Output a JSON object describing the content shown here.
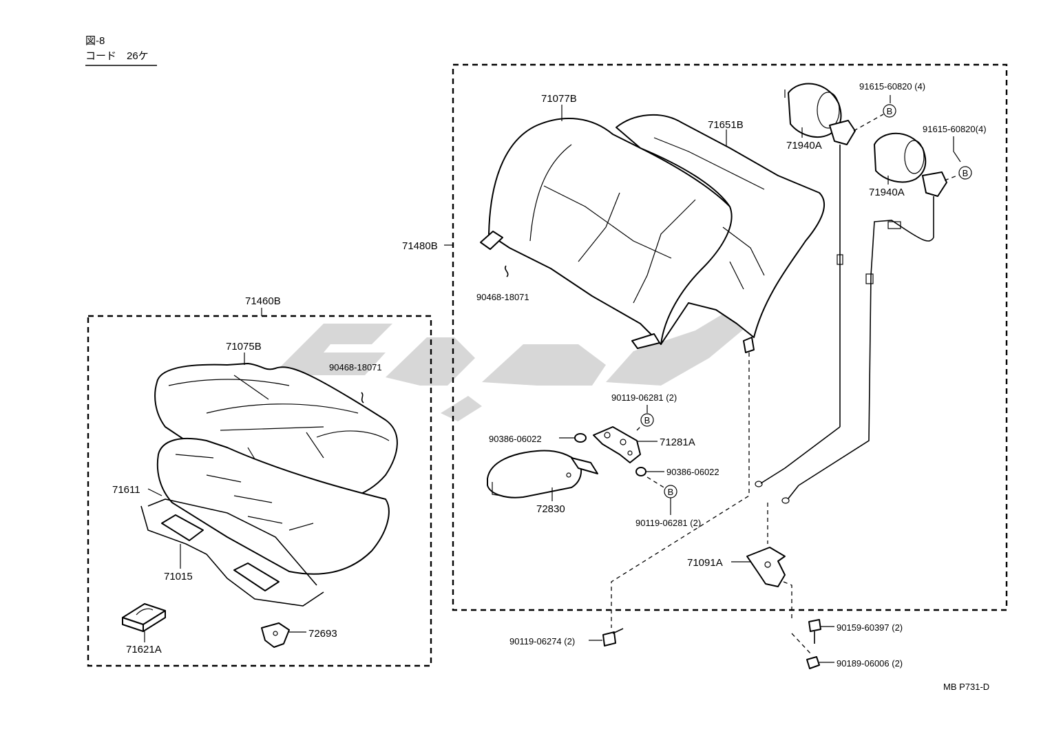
{
  "header": {
    "figure": "図-8",
    "code": "コード　26ケ"
  },
  "footer": {
    "ref": "MB P731-D"
  },
  "marker": "B",
  "labels": {
    "seat_cushion_assy": "71460B",
    "cushion_cover": "71075B",
    "hog_ring_cushion": "90468-18071",
    "cushion_pad": "71611",
    "cushion_spring_hook": "71015",
    "pad_small": "71621A",
    "bracket_72693": "72693",
    "seatback_assy": "71480B",
    "back_cover": "71077B",
    "back_pad": "71651B",
    "headrest_left": "71940A",
    "headrest_right": "71940A",
    "headrest_screw_left": "91615-60820 (4)",
    "headrest_screw_right": "91615-60820(4)",
    "hog_ring_back": "90468-18071",
    "screw_top": "90119-06281 (2)",
    "clip_left": "90386-06022",
    "armrest_bracket": "71281A",
    "clip_right": "90386-06022",
    "armrest": "72830",
    "screw_bottom": "90119-06281 (2)",
    "lock_striker": "71091A",
    "bolt_90119": "90119-06274 (2)",
    "bolt_90159": "90159-60397 (2)",
    "nut_90189": "90189-06006 (2)"
  }
}
